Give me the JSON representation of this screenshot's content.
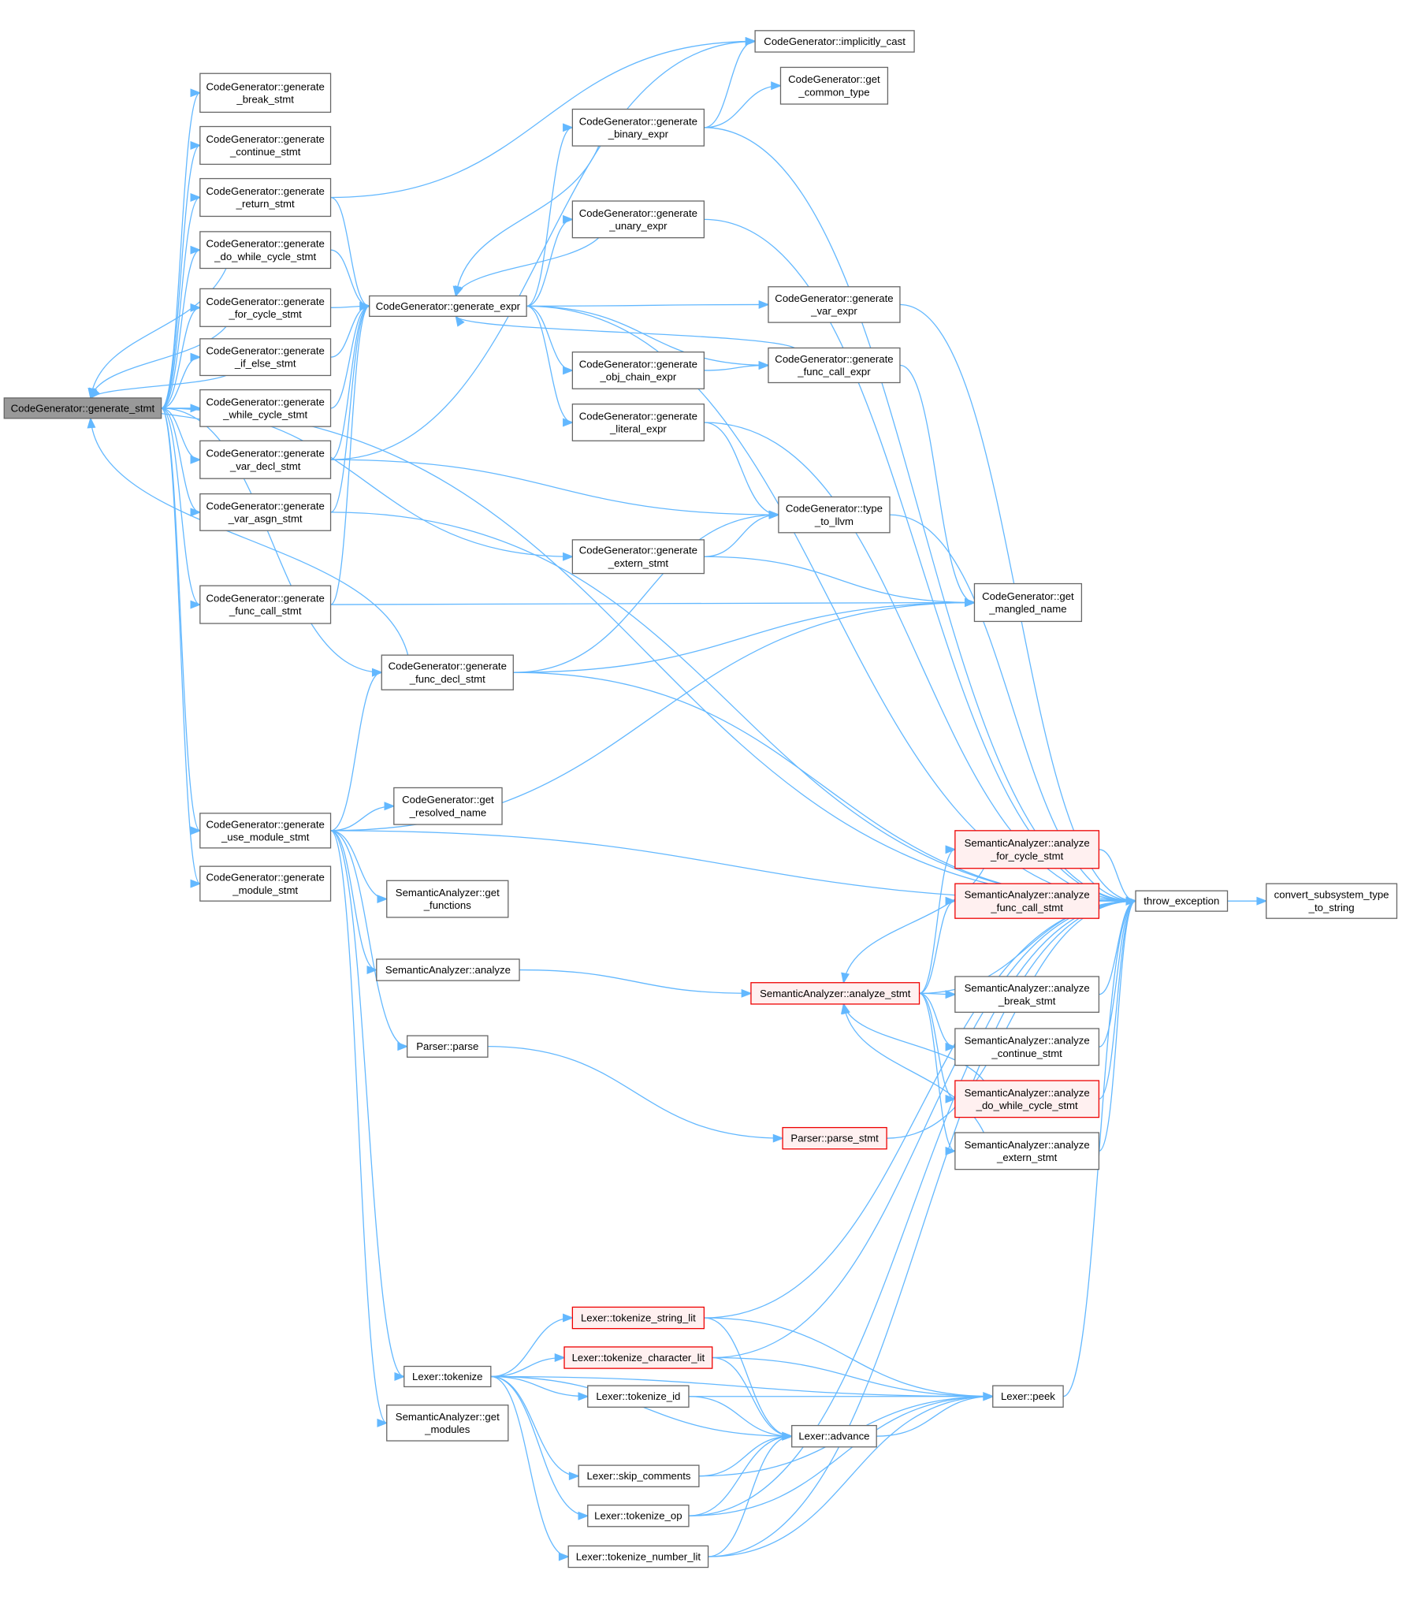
{
  "title": "CodeGenerator::generate_stmt call graph",
  "colors": {
    "edge": "#63b8ff",
    "root_fill": "#999999",
    "highlight_border": "#ff0000",
    "highlight_fill": "#fff0f0",
    "border": "#666666"
  },
  "nodes": [
    {
      "id": "gen_stmt",
      "lines": [
        "CodeGenerator::generate_stmt"
      ],
      "style": "root"
    },
    {
      "id": "break",
      "lines": [
        "CodeGenerator::generate",
        "_break_stmt"
      ]
    },
    {
      "id": "continue",
      "lines": [
        "CodeGenerator::generate",
        "_continue_stmt"
      ]
    },
    {
      "id": "return",
      "lines": [
        "CodeGenerator::generate",
        "_return_stmt"
      ]
    },
    {
      "id": "do_while",
      "lines": [
        "CodeGenerator::generate",
        "_do_while_cycle_stmt"
      ]
    },
    {
      "id": "for",
      "lines": [
        "CodeGenerator::generate",
        "_for_cycle_stmt"
      ]
    },
    {
      "id": "if_else",
      "lines": [
        "CodeGenerator::generate",
        "_if_else_stmt"
      ]
    },
    {
      "id": "while",
      "lines": [
        "CodeGenerator::generate",
        "_while_cycle_stmt"
      ]
    },
    {
      "id": "var_decl",
      "lines": [
        "CodeGenerator::generate",
        "_var_decl_stmt"
      ]
    },
    {
      "id": "var_asgn",
      "lines": [
        "CodeGenerator::generate",
        "_var_asgn_stmt"
      ]
    },
    {
      "id": "func_call_stmt",
      "lines": [
        "CodeGenerator::generate",
        "_func_call_stmt"
      ]
    },
    {
      "id": "func_decl",
      "lines": [
        "CodeGenerator::generate",
        "_func_decl_stmt"
      ]
    },
    {
      "id": "use_module",
      "lines": [
        "CodeGenerator::generate",
        "_use_module_stmt"
      ]
    },
    {
      "id": "module",
      "lines": [
        "CodeGenerator::generate",
        "_module_stmt"
      ]
    },
    {
      "id": "expr",
      "lines": [
        "CodeGenerator::generate_expr"
      ]
    },
    {
      "id": "implicit",
      "lines": [
        "CodeGenerator::implicitly_cast"
      ]
    },
    {
      "id": "common",
      "lines": [
        "CodeGenerator::get",
        "_common_type"
      ]
    },
    {
      "id": "binary",
      "lines": [
        "CodeGenerator::generate",
        "_binary_expr"
      ]
    },
    {
      "id": "unary",
      "lines": [
        "CodeGenerator::generate",
        "_unary_expr"
      ]
    },
    {
      "id": "var_expr",
      "lines": [
        "CodeGenerator::generate",
        "_var_expr"
      ]
    },
    {
      "id": "func_call_expr",
      "lines": [
        "CodeGenerator::generate",
        "_func_call_expr"
      ]
    },
    {
      "id": "obj_chain",
      "lines": [
        "CodeGenerator::generate",
        "_obj_chain_expr"
      ]
    },
    {
      "id": "literal",
      "lines": [
        "CodeGenerator::generate",
        "_literal_expr"
      ]
    },
    {
      "id": "type_llvm",
      "lines": [
        "CodeGenerator::type",
        "_to_llvm"
      ]
    },
    {
      "id": "extern",
      "lines": [
        "CodeGenerator::generate",
        "_extern_stmt"
      ]
    },
    {
      "id": "mangled",
      "lines": [
        "CodeGenerator::get",
        "_mangled_name"
      ]
    },
    {
      "id": "resolved",
      "lines": [
        "CodeGenerator::get",
        "_resolved_name"
      ]
    },
    {
      "id": "get_functions",
      "lines": [
        "SemanticAnalyzer::get",
        "_functions"
      ]
    },
    {
      "id": "analyze",
      "lines": [
        "SemanticAnalyzer::analyze"
      ]
    },
    {
      "id": "parse",
      "lines": [
        "Parser::parse"
      ]
    },
    {
      "id": "tokenize",
      "lines": [
        "Lexer::tokenize"
      ]
    },
    {
      "id": "get_modules",
      "lines": [
        "SemanticAnalyzer::get",
        "_modules"
      ]
    },
    {
      "id": "analyze_stmt",
      "lines": [
        "SemanticAnalyzer::analyze_stmt"
      ],
      "style": "red"
    },
    {
      "id": "a_for",
      "lines": [
        "SemanticAnalyzer::analyze",
        "_for_cycle_stmt"
      ],
      "style": "red"
    },
    {
      "id": "a_func_call",
      "lines": [
        "SemanticAnalyzer::analyze",
        "_func_call_stmt"
      ],
      "style": "red"
    },
    {
      "id": "a_break",
      "lines": [
        "SemanticAnalyzer::analyze",
        "_break_stmt"
      ]
    },
    {
      "id": "a_continue",
      "lines": [
        "SemanticAnalyzer::analyze",
        "_continue_stmt"
      ]
    },
    {
      "id": "a_do_while",
      "lines": [
        "SemanticAnalyzer::analyze",
        "_do_while_cycle_stmt"
      ],
      "style": "red"
    },
    {
      "id": "a_extern",
      "lines": [
        "SemanticAnalyzer::analyze",
        "_extern_stmt"
      ]
    },
    {
      "id": "parse_stmt",
      "lines": [
        "Parser::parse_stmt"
      ],
      "style": "red"
    },
    {
      "id": "throw",
      "lines": [
        "throw_exception"
      ]
    },
    {
      "id": "convert",
      "lines": [
        "convert_subsystem_type",
        "_to_string"
      ]
    },
    {
      "id": "str_lit",
      "lines": [
        "Lexer::tokenize_string_lit"
      ],
      "style": "red"
    },
    {
      "id": "char_lit",
      "lines": [
        "Lexer::tokenize_character_lit"
      ],
      "style": "red"
    },
    {
      "id": "tok_id",
      "lines": [
        "Lexer::tokenize_id"
      ]
    },
    {
      "id": "advance",
      "lines": [
        "Lexer::advance"
      ]
    },
    {
      "id": "skip",
      "lines": [
        "Lexer::skip_comments"
      ]
    },
    {
      "id": "tok_op",
      "lines": [
        "Lexer::tokenize_op"
      ]
    },
    {
      "id": "num_lit",
      "lines": [
        "Lexer::tokenize_number_lit"
      ]
    },
    {
      "id": "peek",
      "lines": [
        "Lexer::peek"
      ]
    }
  ],
  "edges": [
    [
      "gen_stmt",
      "break"
    ],
    [
      "gen_stmt",
      "continue"
    ],
    [
      "gen_stmt",
      "return"
    ],
    [
      "gen_stmt",
      "do_while"
    ],
    [
      "gen_stmt",
      "for"
    ],
    [
      "gen_stmt",
      "if_else"
    ],
    [
      "gen_stmt",
      "while"
    ],
    [
      "gen_stmt",
      "var_decl"
    ],
    [
      "gen_stmt",
      "var_asgn"
    ],
    [
      "gen_stmt",
      "func_call_stmt"
    ],
    [
      "gen_stmt",
      "func_decl"
    ],
    [
      "gen_stmt",
      "use_module"
    ],
    [
      "gen_stmt",
      "module"
    ],
    [
      "gen_stmt",
      "extern"
    ],
    [
      "gen_stmt",
      "throw"
    ],
    [
      "do_while",
      "gen_stmt"
    ],
    [
      "for",
      "gen_stmt"
    ],
    [
      "if_else",
      "gen_stmt"
    ],
    [
      "while",
      "gen_stmt"
    ],
    [
      "func_decl",
      "gen_stmt"
    ],
    [
      "return",
      "implicit"
    ],
    [
      "return",
      "expr"
    ],
    [
      "do_while",
      "expr"
    ],
    [
      "for",
      "expr"
    ],
    [
      "if_else",
      "expr"
    ],
    [
      "while",
      "expr"
    ],
    [
      "var_decl",
      "expr"
    ],
    [
      "var_decl",
      "implicit"
    ],
    [
      "var_decl",
      "type_llvm"
    ],
    [
      "var_asgn",
      "expr"
    ],
    [
      "var_asgn",
      "throw"
    ],
    [
      "func_call_stmt",
      "expr"
    ],
    [
      "func_call_stmt",
      "mangled"
    ],
    [
      "func_decl",
      "type_llvm"
    ],
    [
      "func_decl",
      "mangled"
    ],
    [
      "func_decl",
      "throw"
    ],
    [
      "expr",
      "binary"
    ],
    [
      "expr",
      "unary"
    ],
    [
      "expr",
      "var_expr"
    ],
    [
      "expr",
      "func_call_expr"
    ],
    [
      "expr",
      "obj_chain"
    ],
    [
      "expr",
      "literal"
    ],
    [
      "expr",
      "throw"
    ],
    [
      "binary",
      "implicit"
    ],
    [
      "binary",
      "common"
    ],
    [
      "binary",
      "throw"
    ],
    [
      "binary",
      "expr"
    ],
    [
      "unary",
      "throw"
    ],
    [
      "unary",
      "expr"
    ],
    [
      "var_expr",
      "throw"
    ],
    [
      "func_call_expr",
      "expr"
    ],
    [
      "func_call_expr",
      "mangled"
    ],
    [
      "obj_chain",
      "func_call_expr"
    ],
    [
      "literal",
      "type_llvm"
    ],
    [
      "literal",
      "throw"
    ],
    [
      "type_llvm",
      "throw"
    ],
    [
      "extern",
      "type_llvm"
    ],
    [
      "extern",
      "mangled"
    ],
    [
      "use_module",
      "func_decl"
    ],
    [
      "use_module",
      "mangled"
    ],
    [
      "use_module",
      "resolved"
    ],
    [
      "use_module",
      "throw"
    ],
    [
      "use_module",
      "get_functions"
    ],
    [
      "use_module",
      "analyze"
    ],
    [
      "use_module",
      "parse"
    ],
    [
      "use_module",
      "tokenize"
    ],
    [
      "use_module",
      "get_modules"
    ],
    [
      "analyze",
      "analyze_stmt"
    ],
    [
      "analyze_stmt",
      "a_for"
    ],
    [
      "analyze_stmt",
      "a_func_call"
    ],
    [
      "analyze_stmt",
      "a_break"
    ],
    [
      "analyze_stmt",
      "a_continue"
    ],
    [
      "analyze_stmt",
      "a_do_while"
    ],
    [
      "analyze_stmt",
      "a_extern"
    ],
    [
      "analyze_stmt",
      "throw"
    ],
    [
      "a_for",
      "analyze_stmt"
    ],
    [
      "a_do_while",
      "analyze_stmt"
    ],
    [
      "a_extern",
      "analyze_stmt"
    ],
    [
      "a_for",
      "throw"
    ],
    [
      "a_func_call",
      "throw"
    ],
    [
      "a_break",
      "throw"
    ],
    [
      "a_continue",
      "throw"
    ],
    [
      "a_do_while",
      "throw"
    ],
    [
      "a_extern",
      "throw"
    ],
    [
      "parse",
      "parse_stmt"
    ],
    [
      "parse_stmt",
      "throw"
    ],
    [
      "throw",
      "convert"
    ],
    [
      "tokenize",
      "str_lit"
    ],
    [
      "tokenize",
      "char_lit"
    ],
    [
      "tokenize",
      "tok_id"
    ],
    [
      "tokenize",
      "advance"
    ],
    [
      "tokenize",
      "skip"
    ],
    [
      "tokenize",
      "tok_op"
    ],
    [
      "tokenize",
      "num_lit"
    ],
    [
      "tokenize",
      "peek"
    ],
    [
      "str_lit",
      "throw"
    ],
    [
      "str_lit",
      "advance"
    ],
    [
      "str_lit",
      "peek"
    ],
    [
      "char_lit",
      "throw"
    ],
    [
      "char_lit",
      "advance"
    ],
    [
      "char_lit",
      "peek"
    ],
    [
      "tok_id",
      "peek"
    ],
    [
      "tok_id",
      "advance"
    ],
    [
      "advance",
      "peek"
    ],
    [
      "skip",
      "advance"
    ],
    [
      "skip",
      "peek"
    ],
    [
      "tok_op",
      "advance"
    ],
    [
      "tok_op",
      "peek"
    ],
    [
      "tok_op",
      "throw"
    ],
    [
      "num_lit",
      "advance"
    ],
    [
      "num_lit",
      "peek"
    ],
    [
      "num_lit",
      "throw"
    ],
    [
      "peek",
      "throw"
    ]
  ]
}
